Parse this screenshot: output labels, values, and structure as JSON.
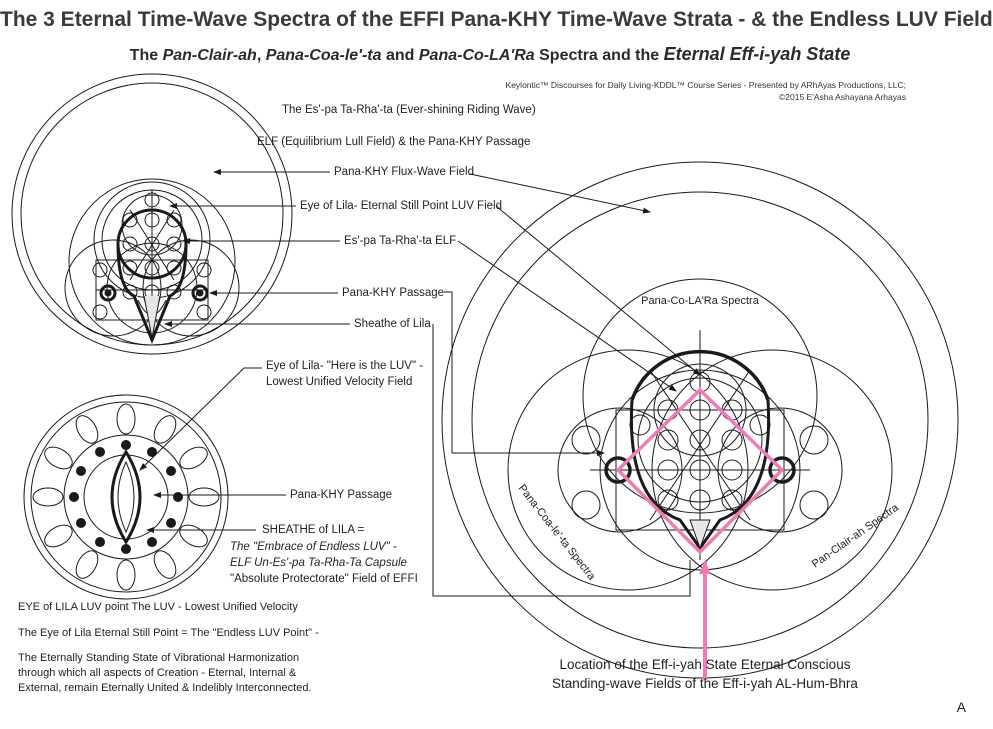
{
  "header": {
    "title": "The 3 Eternal Time-Wave Spectra of the EFFI Pana-KHY Time-Wave Strata - & the Endless LUV Field",
    "subtitle": {
      "pre": "The ",
      "s1": "Pan-Clair-ah",
      "sep1": ", ",
      "s2": "Pana-Coa-le'-ta",
      "mid": " and ",
      "s3": "Pana-Co-LA'Ra",
      "post": " Spectra and the ",
      "s4": "Eternal Eff-i-yah State"
    },
    "credit_line1": "Keylontic™ Discourses for Daily Living-KDDL™ Course Series - Presented by ARhAyas Productions, LLC;",
    "credit_line2": "©2015 E'Asha Ashayana Arhayas"
  },
  "labels": {
    "riding_wave": "The Es'-pa Ta-Rha'-ta (Ever-shining Riding Wave)",
    "elf": "ELF (Equilibrium Lull Field) & the Pana-KHY Passage",
    "flux_wave": "Pana-KHY Flux-Wave Field",
    "eye_lila_still": "Eye of Lila- Eternal Still Point LUV Field",
    "espa_elf": "Es'-pa Ta-Rha'-ta ELF",
    "passage1": "Pana-KHY Passage",
    "sheathe": "Sheathe of Lila",
    "eye_luv_1": "Eye of Lila- \"Here is the LUV\" -",
    "eye_luv_2": "Lowest Unified Velocity Field",
    "passage2": "Pana-KHY Passage",
    "sheathe_caps": "SHEATHE of LILA =",
    "embrace": "The \"Embrace of Endless LUV\" -",
    "capsule": "ELF Un-Es'-pa Ta-Rha-Ta Capsule",
    "protectorate": "\"Absolute Protectorate\" Field of EFFI",
    "eye_point": "EYE of LILA LUV point The LUV - Lowest Unified Velocity",
    "still_point": "The Eye of Lila Eternal Still Point = The \"Endless LUV Point\" -",
    "standing_1": "The Eternally Standing State of Vibrational Harmonization",
    "standing_2": "through which all aspects of Creation - Eternal, Internal &",
    "standing_3": "External, remain Eternally United & Indelibly Interconnected.",
    "location_1": "Location of the Eff-i-yah State Eternal Conscious",
    "location_2": "Standing-wave Fields of the Eff-i-yah AL-Hum-Bhra",
    "spectra_top": "Pana-Co-LA'Ra Spectra",
    "spectra_left": "Pana-Coa-le'-ta Spectra",
    "spectra_right": "Pan-Clair-ah Spectra",
    "corner": "A"
  },
  "colors": {
    "accent_pink": "#ef7cb6",
    "line": "#1a1a1a"
  }
}
